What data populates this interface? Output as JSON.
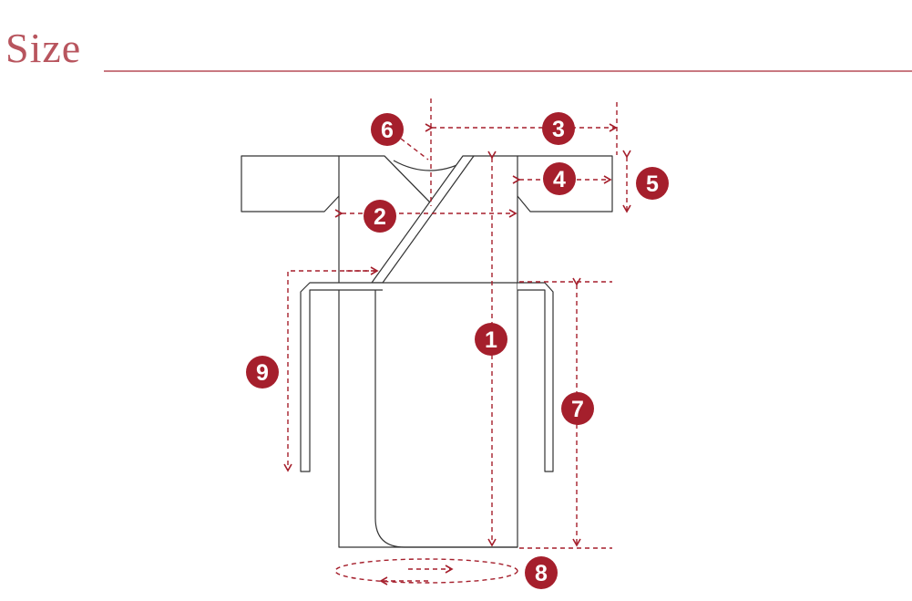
{
  "header": {
    "title": "Size"
  },
  "colors": {
    "accent": "#a51f2c",
    "outline": "#333333",
    "title": "#b8555e",
    "rule": "#c97981"
  },
  "markers": [
    {
      "id": "1",
      "label": "1"
    },
    {
      "id": "2",
      "label": "2"
    },
    {
      "id": "3",
      "label": "3"
    },
    {
      "id": "4",
      "label": "4"
    },
    {
      "id": "5",
      "label": "5"
    },
    {
      "id": "6",
      "label": "6"
    },
    {
      "id": "7",
      "label": "7"
    },
    {
      "id": "8",
      "label": "8"
    },
    {
      "id": "9",
      "label": "9"
    }
  ]
}
